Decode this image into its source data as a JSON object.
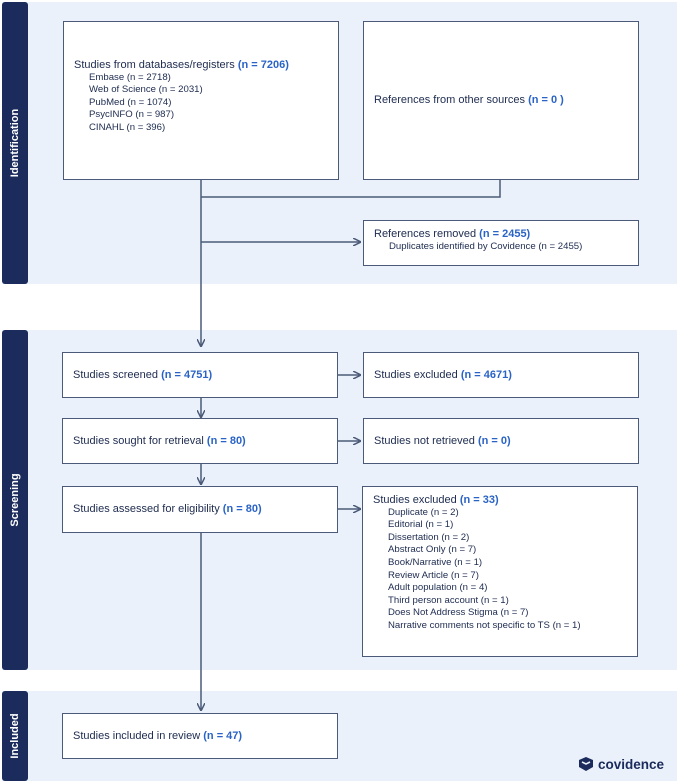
{
  "phases": {
    "identification": "Identification",
    "screening": "Screening",
    "included": "Included"
  },
  "identification": {
    "databases": {
      "label": "Studies from databases/registers ",
      "count": "(n = 7206)",
      "sources": [
        "Embase (n = 2718)",
        "Web of Science (n = 2031)",
        "PubMed (n = 1074)",
        "PsycINFO (n = 987)",
        "CINAHL (n = 396)"
      ]
    },
    "other_sources": {
      "label": "References from other sources ",
      "count": "(n = 0 )"
    },
    "removed": {
      "label": "References removed ",
      "count": "(n = 2455)",
      "detail": "Duplicates identified by Covidence (n = 2455)"
    }
  },
  "screening": {
    "screened": {
      "label": "Studies screened ",
      "count": "(n = 4751)"
    },
    "excluded": {
      "label": "Studies excluded ",
      "count": "(n = 4671)"
    },
    "sought": {
      "label": "Studies sought for retrieval ",
      "count": "(n = 80)"
    },
    "not_retrieved": {
      "label": "Studies not retrieved ",
      "count": "(n = 0)"
    },
    "assessed": {
      "label": "Studies assessed for eligibility ",
      "count": "(n = 80)"
    },
    "excluded_reasons": {
      "label": "Studies excluded ",
      "count": "(n = 33)",
      "reasons": [
        "Duplicate (n = 2)",
        "Editorial (n = 1)",
        "Dissertation (n = 2)",
        "Abstract Only (n = 7)",
        "Book/Narrative (n = 1)",
        "Review Article (n = 7)",
        "Adult population (n = 4)",
        "Third person account (n = 1)",
        "Does Not Address Stigma (n = 7)",
        "Narrative comments not specific to TS (n = 1)"
      ]
    }
  },
  "included": {
    "in_review": {
      "label": "Studies included in review ",
      "count": "(n = 47)"
    }
  },
  "logo": {
    "text": "covidence"
  },
  "colors": {
    "phase_tab": "#1a2b5c",
    "phase_bg": "#eaf1fa",
    "accent": "#2a63c6",
    "connector": "#4a5a78"
  }
}
